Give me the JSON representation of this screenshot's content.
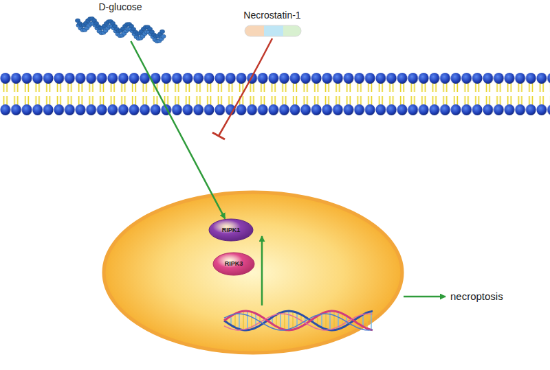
{
  "diagram": {
    "nodes": [
      {
        "text": [
          "D-glucose"
        ]
      },
      {
        "text": [
          "Necrostatin-1"
        ]
      },
      {
        "text": [
          "RIPK1"
        ]
      },
      {
        "text": [
          "RIPK3"
        ]
      }
    ],
    "edges": [
      {
        "from": 0,
        "to": 2,
        "arrow": "to"
      }
    ],
    "labels": [
      "necroptosis"
    ]
  }
}
